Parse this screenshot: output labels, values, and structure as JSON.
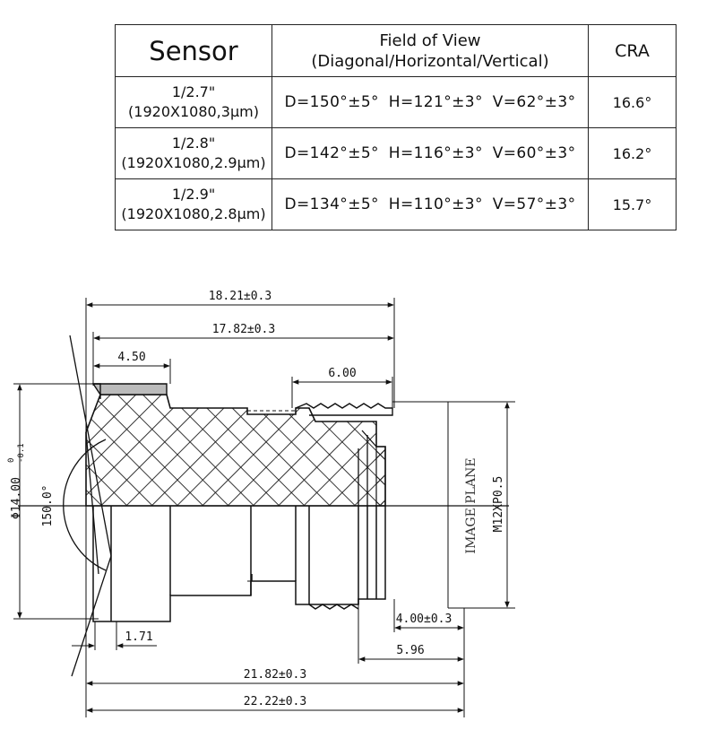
{
  "table": {
    "headers": {
      "sensor": "Sensor",
      "fov_line1": "Field of View",
      "fov_line2": "(Diagonal/Horizontal/Vertical)",
      "cra": "CRA"
    },
    "rows": [
      {
        "sensor_line1": "1/2.7\"",
        "sensor_line2": "(1920X1080,3µm)",
        "fov": "D=150°±5°   H=121°±3°   V=62°±3°",
        "cra": "16.6°"
      },
      {
        "sensor_line1": "1/2.8\"",
        "sensor_line2": "(1920X1080,2.9µm)",
        "fov": "D=142°±5°   H=116°±3°   V=60°±3°",
        "cra": "16.2°"
      },
      {
        "sensor_line1": "1/2.9\"",
        "sensor_line2": "(1920X1080,2.8µm)",
        "fov": "D=134°±5°   H=110°±3°   V=57°±3°",
        "cra": "15.7°"
      }
    ]
  },
  "drawing": {
    "dims": {
      "overall_top": "18.21±0.3",
      "second_top": "17.82±0.3",
      "front_step": "4.50",
      "thread_len": "6.00",
      "angle": "150.0°",
      "diameter": "Φ14.00",
      "diameter_tol_upper": "0",
      "diameter_tol_lower": "-0.1",
      "front_offset": "1.71",
      "flange_back": "4.00±0.3",
      "back_focal": "5.96",
      "overall_bottom": "21.82±0.3",
      "total_bottom": "22.22±0.3"
    },
    "labels": {
      "image_plane": "IMAGE PLANE",
      "thread": "M12XP0.5"
    }
  }
}
